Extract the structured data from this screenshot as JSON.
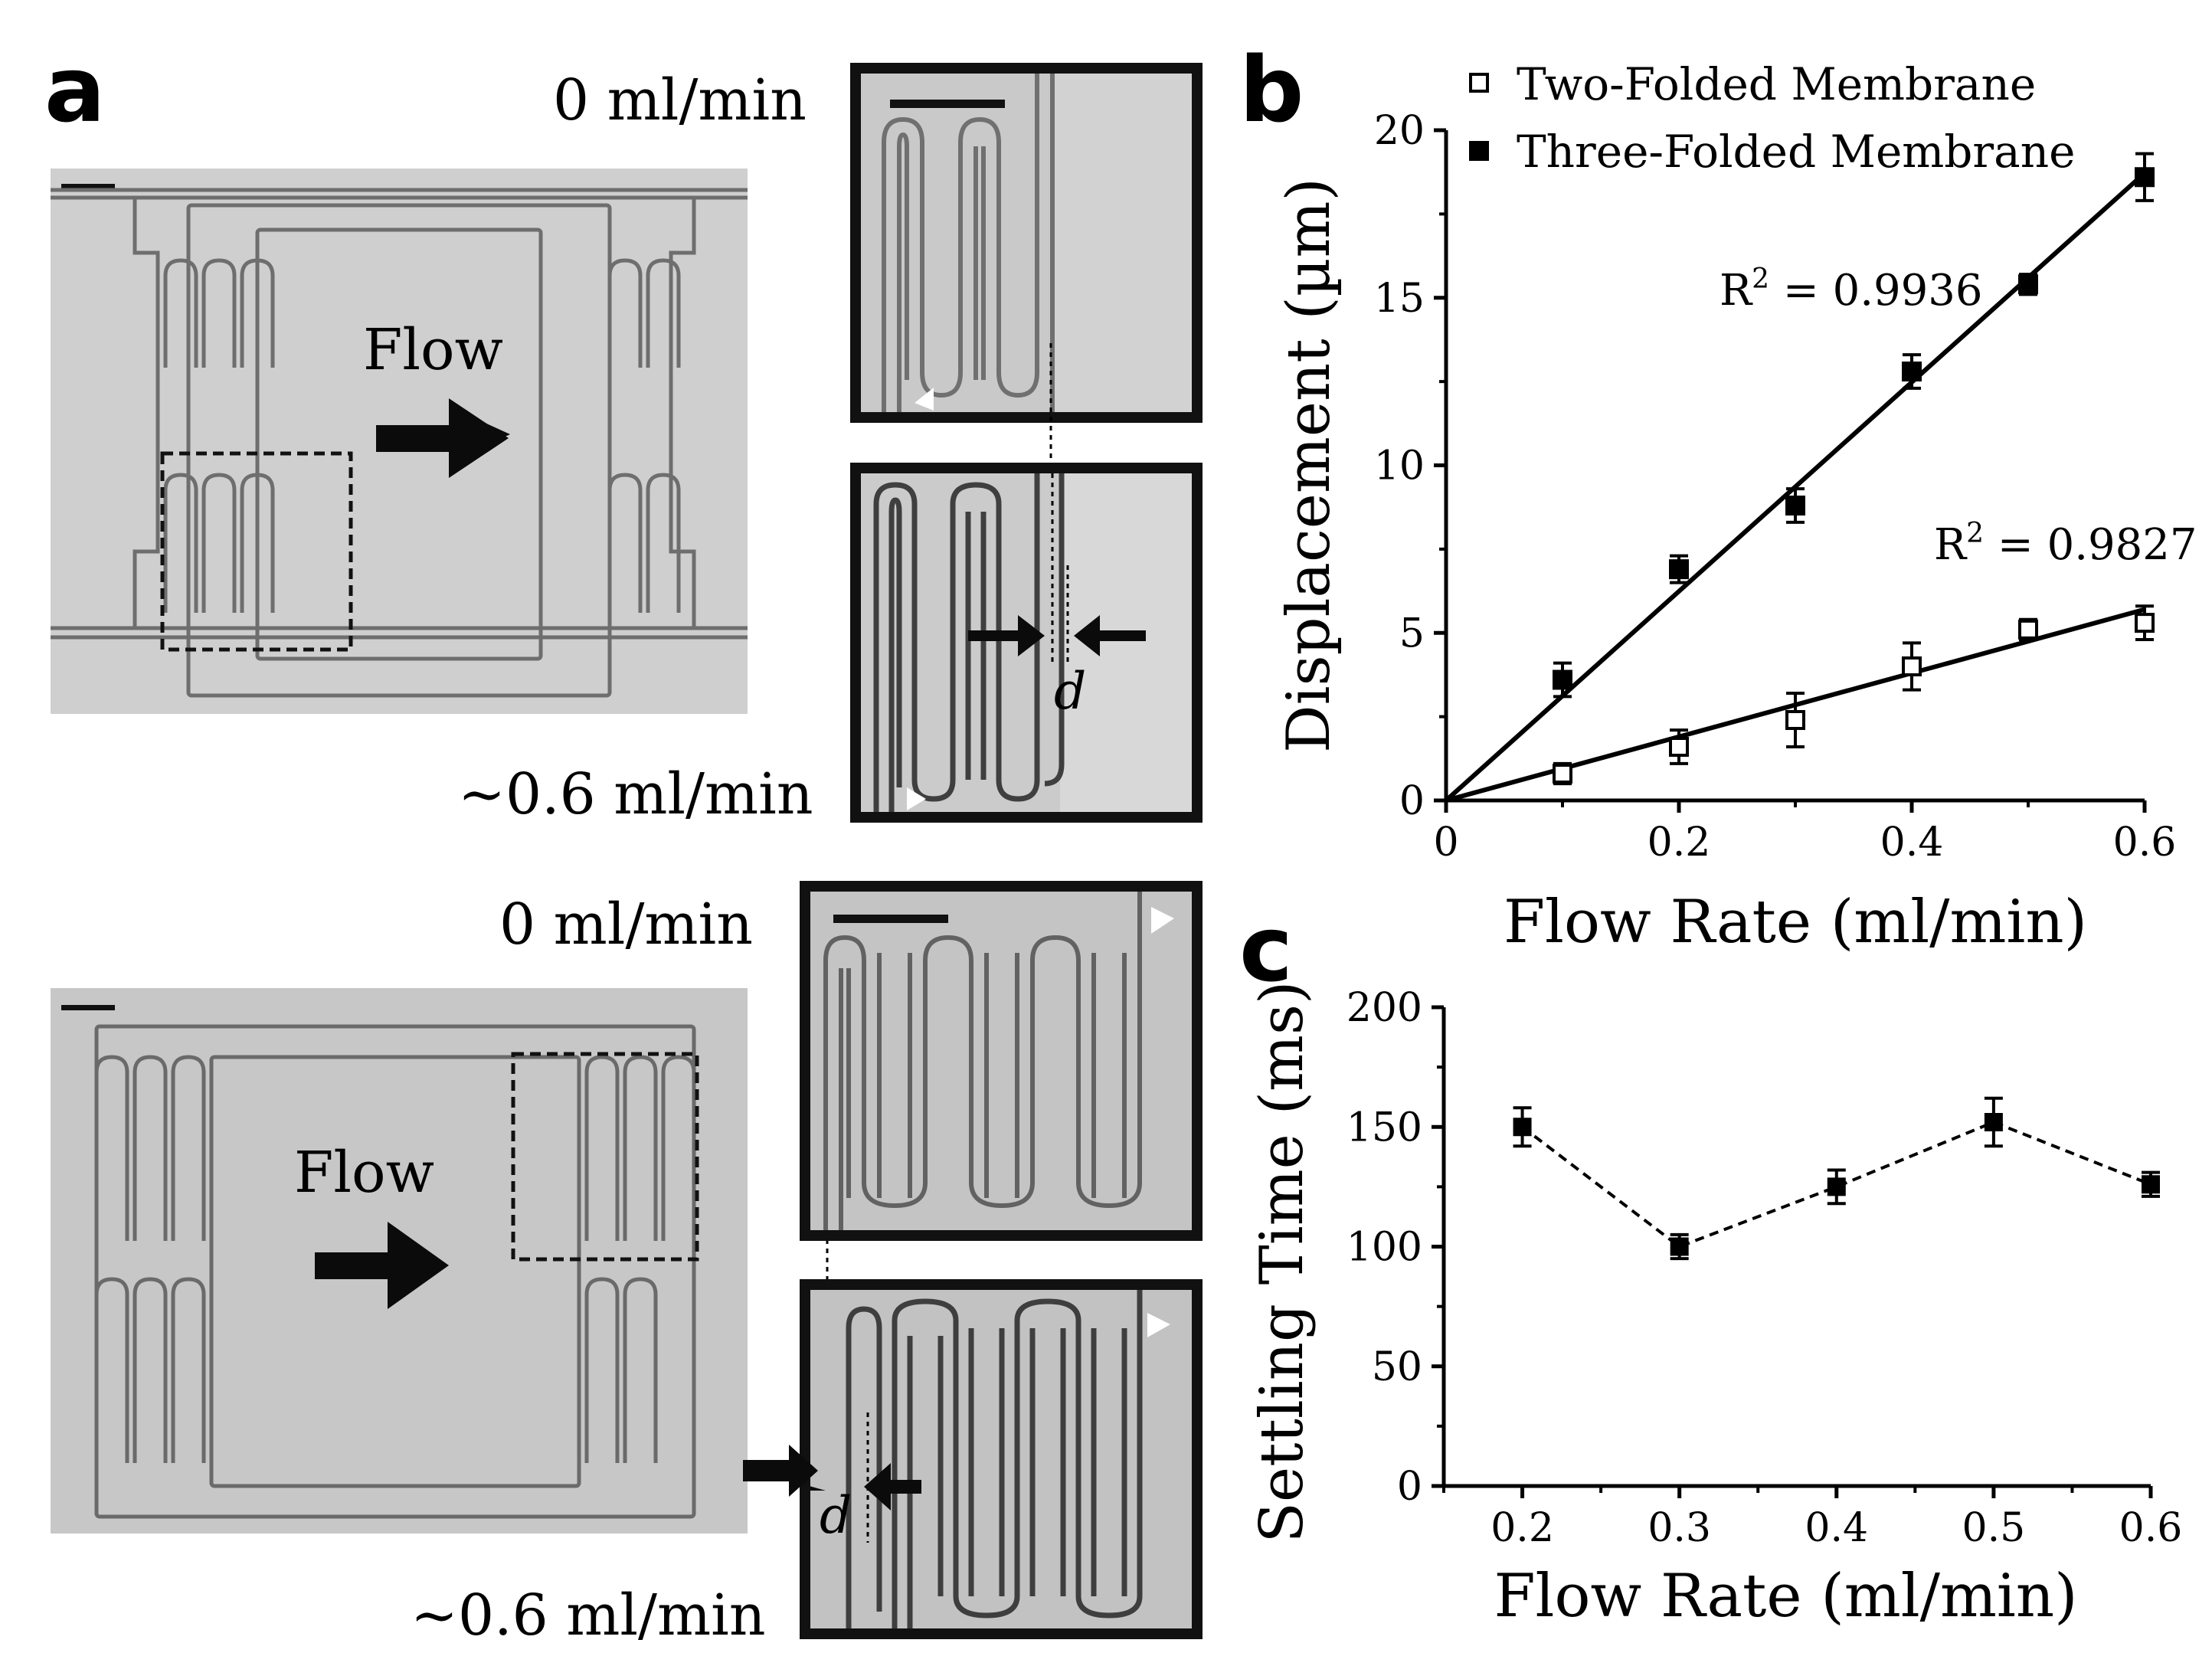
{
  "panels": {
    "a": "a",
    "b": "b",
    "c": "c"
  },
  "panel_a": {
    "top_zero_rate": "0 ml/min",
    "top_high_rate": "~0.6 ml/min",
    "bottom_zero_rate": "0 ml/min",
    "bottom_high_rate": "~0.6 ml/min",
    "flow_label": "Flow",
    "displacement_symbol": "d"
  },
  "chart_data": [
    {
      "type": "scatter",
      "panel": "b",
      "xlabel": "Flow Rate (ml/min)",
      "ylabel": "Displacement (µm)",
      "xlim": [
        0,
        0.6
      ],
      "ylim": [
        0,
        20
      ],
      "xticks": [
        "0",
        "0.2",
        "0.4",
        "0.6"
      ],
      "yticks": [
        "0",
        "5",
        "10",
        "15",
        "20"
      ],
      "legend_position": "top-center",
      "series": [
        {
          "name": "Two-Folded Membrane",
          "marker": "open-square",
          "x": [
            0.1,
            0.2,
            0.3,
            0.4,
            0.5,
            0.6
          ],
          "y": [
            0.8,
            1.6,
            2.4,
            4.0,
            5.1,
            5.3
          ],
          "error": [
            0.3,
            0.5,
            0.8,
            0.7,
            0.3,
            0.5
          ],
          "fit": {
            "type": "linear",
            "slope": 9.5,
            "label_prefix": "R",
            "label_sup": "2",
            "label_value": " = 0.9827"
          }
        },
        {
          "name": "Three-Folded Membrane",
          "marker": "filled-square",
          "x": [
            0.1,
            0.2,
            0.3,
            0.4,
            0.5,
            0.6
          ],
          "y": [
            3.6,
            6.9,
            8.8,
            12.8,
            15.4,
            18.6
          ],
          "error": [
            0.5,
            0.4,
            0.5,
            0.5,
            0.3,
            0.7
          ],
          "fit": {
            "type": "linear",
            "slope": 31.2,
            "label_prefix": "R",
            "label_sup": "2",
            "label_value": " = 0.9936"
          }
        }
      ]
    },
    {
      "type": "line",
      "panel": "c",
      "xlabel": "Flow Rate (ml/min)",
      "ylabel": "Settling Time (ms)",
      "xlim": [
        0.15,
        0.6
      ],
      "ylim": [
        0,
        200
      ],
      "xticks": [
        "0.2",
        "0.3",
        "0.4",
        "0.5",
        "0.6"
      ],
      "yticks": [
        "0",
        "50",
        "100",
        "150",
        "200"
      ],
      "series": [
        {
          "marker": "filled-square",
          "line_style": "dashed",
          "x": [
            0.2,
            0.3,
            0.4,
            0.5,
            0.6
          ],
          "y": [
            150,
            100,
            125,
            152,
            126
          ],
          "error": [
            8,
            5,
            7,
            10,
            5
          ]
        }
      ]
    }
  ]
}
